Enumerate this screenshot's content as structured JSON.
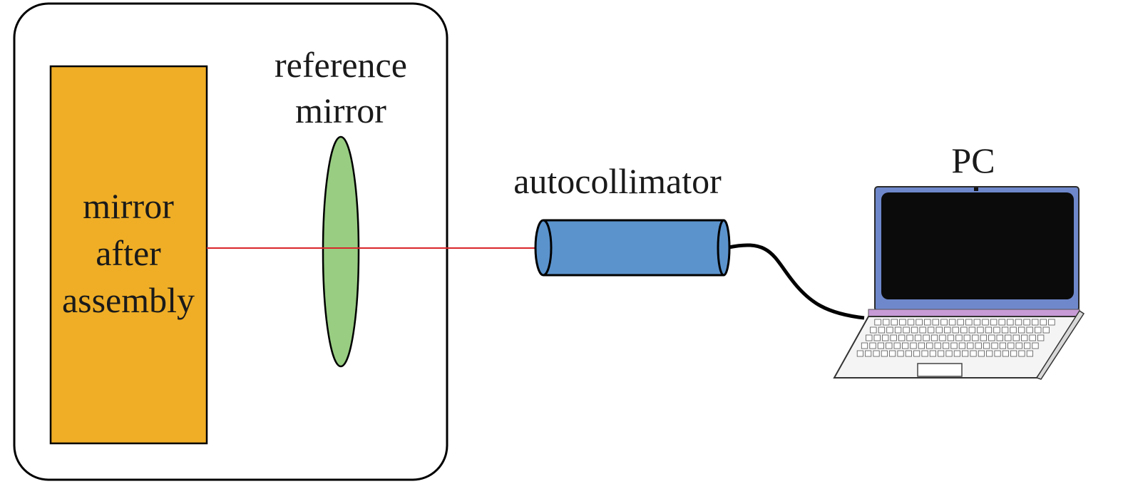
{
  "labels": {
    "mirror_line1": "mirror",
    "mirror_line2": "after",
    "mirror_line3": "assembly",
    "reference_line1": "reference",
    "reference_line2": "mirror",
    "autocollimator": "autocollimator",
    "pc": "PC"
  },
  "colors": {
    "mirror_fill": "#EFAE26",
    "reference_lens_fill": "#98CD82",
    "autocollimator_fill": "#5B93CD",
    "beam": "#D9262B",
    "enclosure_stroke": "#000000",
    "laptop_lid": "#6F88CC",
    "laptop_screen": "#0b0b0b",
    "laptop_hinge": "#C79BD6"
  }
}
